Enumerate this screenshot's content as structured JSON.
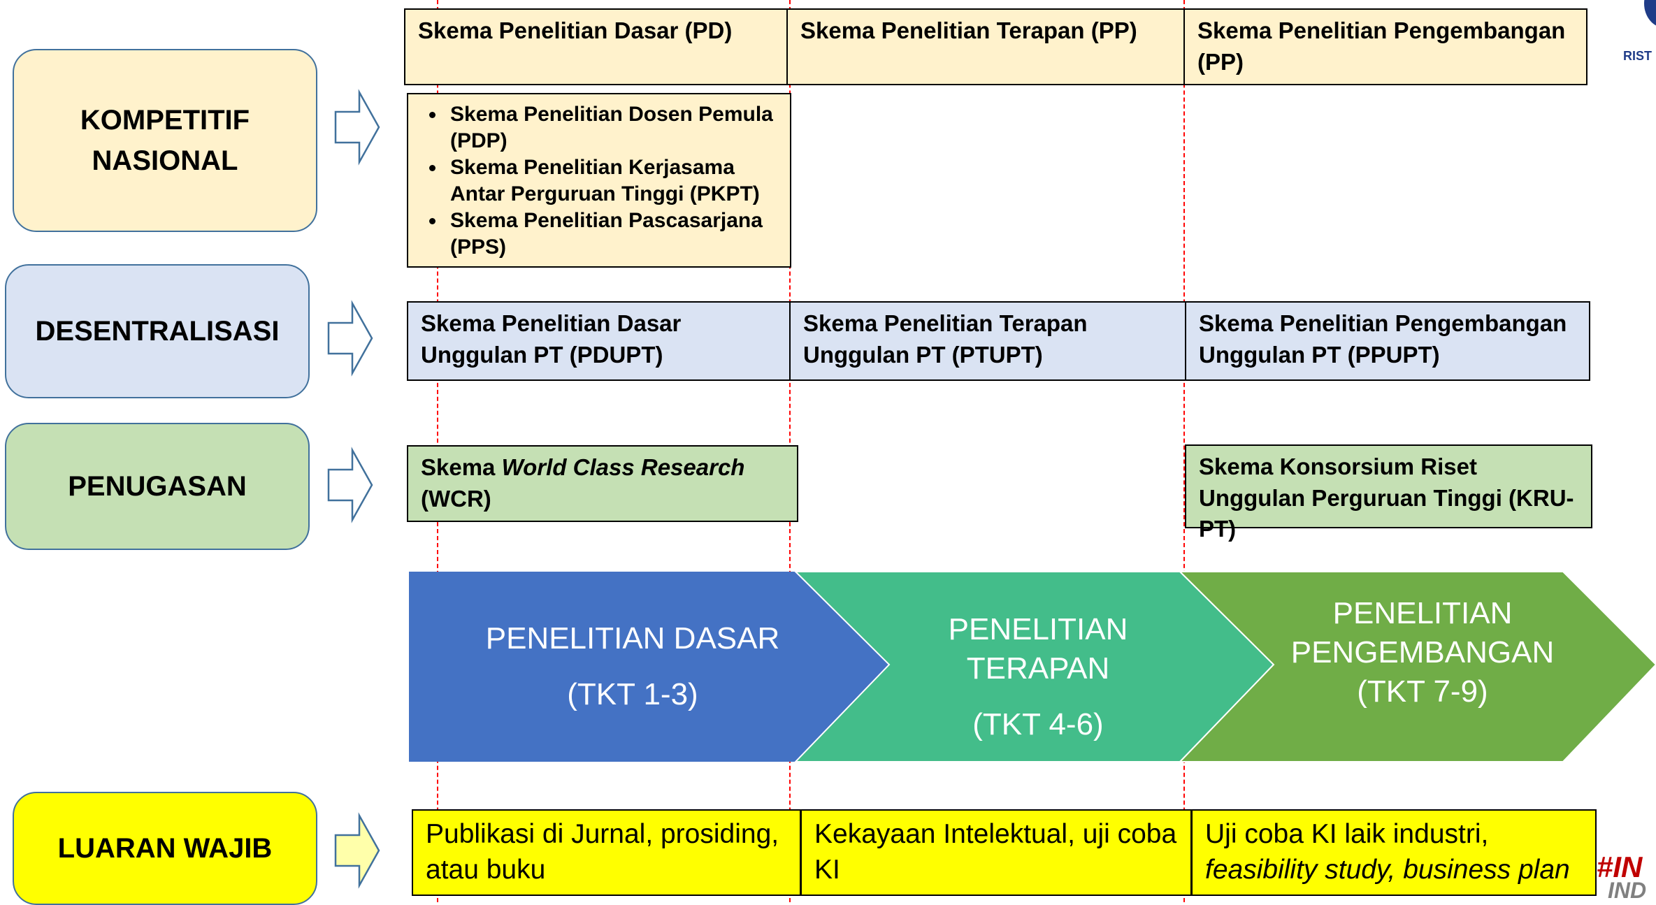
{
  "categories": {
    "kompetitif": [
      "KOMPETITIF",
      "NASIONAL"
    ],
    "desentralisasi": "DESENTRALISASI",
    "penugasan": "PENUGASAN",
    "luaran": "LUARAN WAJIB"
  },
  "kompetitif_row": {
    "pd": "Skema Penelitian Dasar (PD)",
    "pp": "Skema Penelitian Terapan (PP)",
    "pengembangan": "Skema Penelitian Pengembangan (PP)",
    "bullets": [
      "Skema Penelitian Dosen Pemula (PDP)",
      "Skema Penelitian Kerjasama Antar Perguruan Tinggi (PKPT)",
      "Skema Penelitian Pascasarjana (PPS)"
    ]
  },
  "desentralisasi_row": {
    "pdupt": "Skema Penelitian Dasar Unggulan PT (PDUPT)",
    "ptupt": "Skema Penelitian Terapan Unggulan PT (PTUPT)",
    "ppupt": "Skema Penelitian Pengembangan Unggulan PT (PPUPT)"
  },
  "penugasan_row": {
    "wcr_prefix": "Skema ",
    "wcr_italic": "World Class Research",
    "wcr_suffix": "(WCR)",
    "krupt": "Skema Konsorsium Riset Unggulan Perguruan Tinggi (KRU-PT)"
  },
  "stages": [
    {
      "title": "PENELITIAN DASAR",
      "tkt": "(TKT 1-3)",
      "color": "#4472c4"
    },
    {
      "title1": "PENELITIAN",
      "title2": "TERAPAN",
      "tkt": "(TKT 4-6)",
      "color": "#43bd8a"
    },
    {
      "title1": "PENELITIAN",
      "title2": "PENGEMBANGAN",
      "tkt": "(TKT 7-9)",
      "color": "#70ad47"
    }
  ],
  "luaran_row": {
    "dasar": "Publikasi di Jurnal, prosiding, atau buku",
    "terapan": "Kekayaan Intelektual, uji coba KI",
    "pengembangan_line1": "Uji coba KI laik industri,",
    "pengembangan_line2": "feasibility study, business plan"
  },
  "corner": {
    "top_right": "RIST",
    "bottom_right_1": "#IN",
    "bottom_right_2": "IND"
  }
}
